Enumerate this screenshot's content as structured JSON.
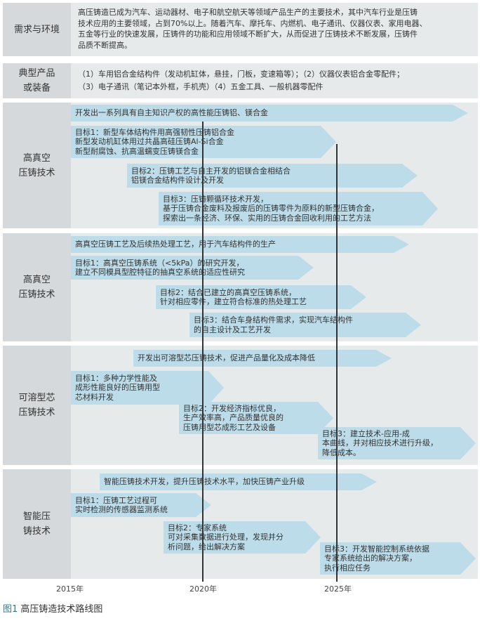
{
  "sections": [
    {
      "label": "需求与环境",
      "text": "高压铸造已成为汽车、运动器材、电子和航空航天等领域产品生产的主要技术，其中汽车行业是压铸\n技术应用的主要领域，占到70%以上。随着汽车、摩托车、内燃机、电子通讯、仪器仪表、家用电器、\n五金等行业的快速发展，压铸件的功能和应用领域不断扩大，从而促进了压铸技术不断发展，压铸件\n品质不断提高。"
    },
    {
      "label": "典型产品\n或装备",
      "text": "（1）车用铝合金结构件（发动机缸体，悬挂，门板，变速箱等）；（2）仪器仪表铝合金零配件；\n（3）电子通讯（笔记本外框，手机壳）（4）五金工具、一般机器零配件"
    },
    {
      "label": "高真空\n压铸技术",
      "arrows": [
        "开发出一系列具有自主知识产权的高性能压铸铝、镁合金",
        "目标1：新型车体结构件用高强韧性压铸铝合金\n          新型发动机缸体用过共晶高硅压铸Al-Si合金\n          新型耐腐蚀、抗高温蠕变压铸镁合金",
        "目标2：压铸工艺与自主开发的铝镁合金相结合\n          铝镁合金结构件设计及开发",
        "目标3：压铸颗循环技术开发，\n基于压铸合金废料及报废后的压铸零件为原料的新型压铸合金，\n探索出一条经济、环保、实用的压铸合金回收利用的工艺方法"
      ]
    },
    {
      "label": "高真空\n压铸技术",
      "arrows": [
        "高真空压铸工艺及后续热处理工艺，用于汽车结构件的生产",
        "目标1：高真空压铸系统（<5kPa）的研究开发，\n建立不同模具型腔特征的抽真空系统的适应性研究",
        "目标2：结合已建立的高真空压铸系统，\n针对相应零件，建立符合标准的热处理工艺",
        "目标3：结合车身结构件需求，实现汽车结构件\n          的自主设计及工艺开发"
      ]
    },
    {
      "label": "可溶型芯\n压铸技术",
      "arrows": [
        "开发出可溶型芯压铸技术，促进产品量化及成本降低",
        "目标1：多种力学性能及\n成形性能良好的压铸用型\n芯材料开发",
        "目标2：开发经济指标优良，\n生产效率高，产品质量优良的\n压铸用型芯成形工艺及设备",
        "目标3：建立技术-应用-成\n本曲线，并对相应技术进行升级，\n降低成本。"
      ]
    },
    {
      "label": "智能压\n铸技术",
      "arrows": [
        "智能压铸技术开发，提升压铸技术水平，加快压铸产业升级",
        "目标1：压铸工艺过程可\n实时检测的传感器监测系统",
        "目标2：专家系统\n可对采集数据进行处理，发现并分\n析问题，给出解决方案",
        "目标3：开发智能控制系统依据\n专家系统给出的解决方案，\n执行相应任务"
      ]
    }
  ],
  "timeline": [
    "2015年",
    "2020年",
    "2025年"
  ],
  "caption": {
    "fig": "图1",
    "title": "高压铸造技术路线图"
  }
}
